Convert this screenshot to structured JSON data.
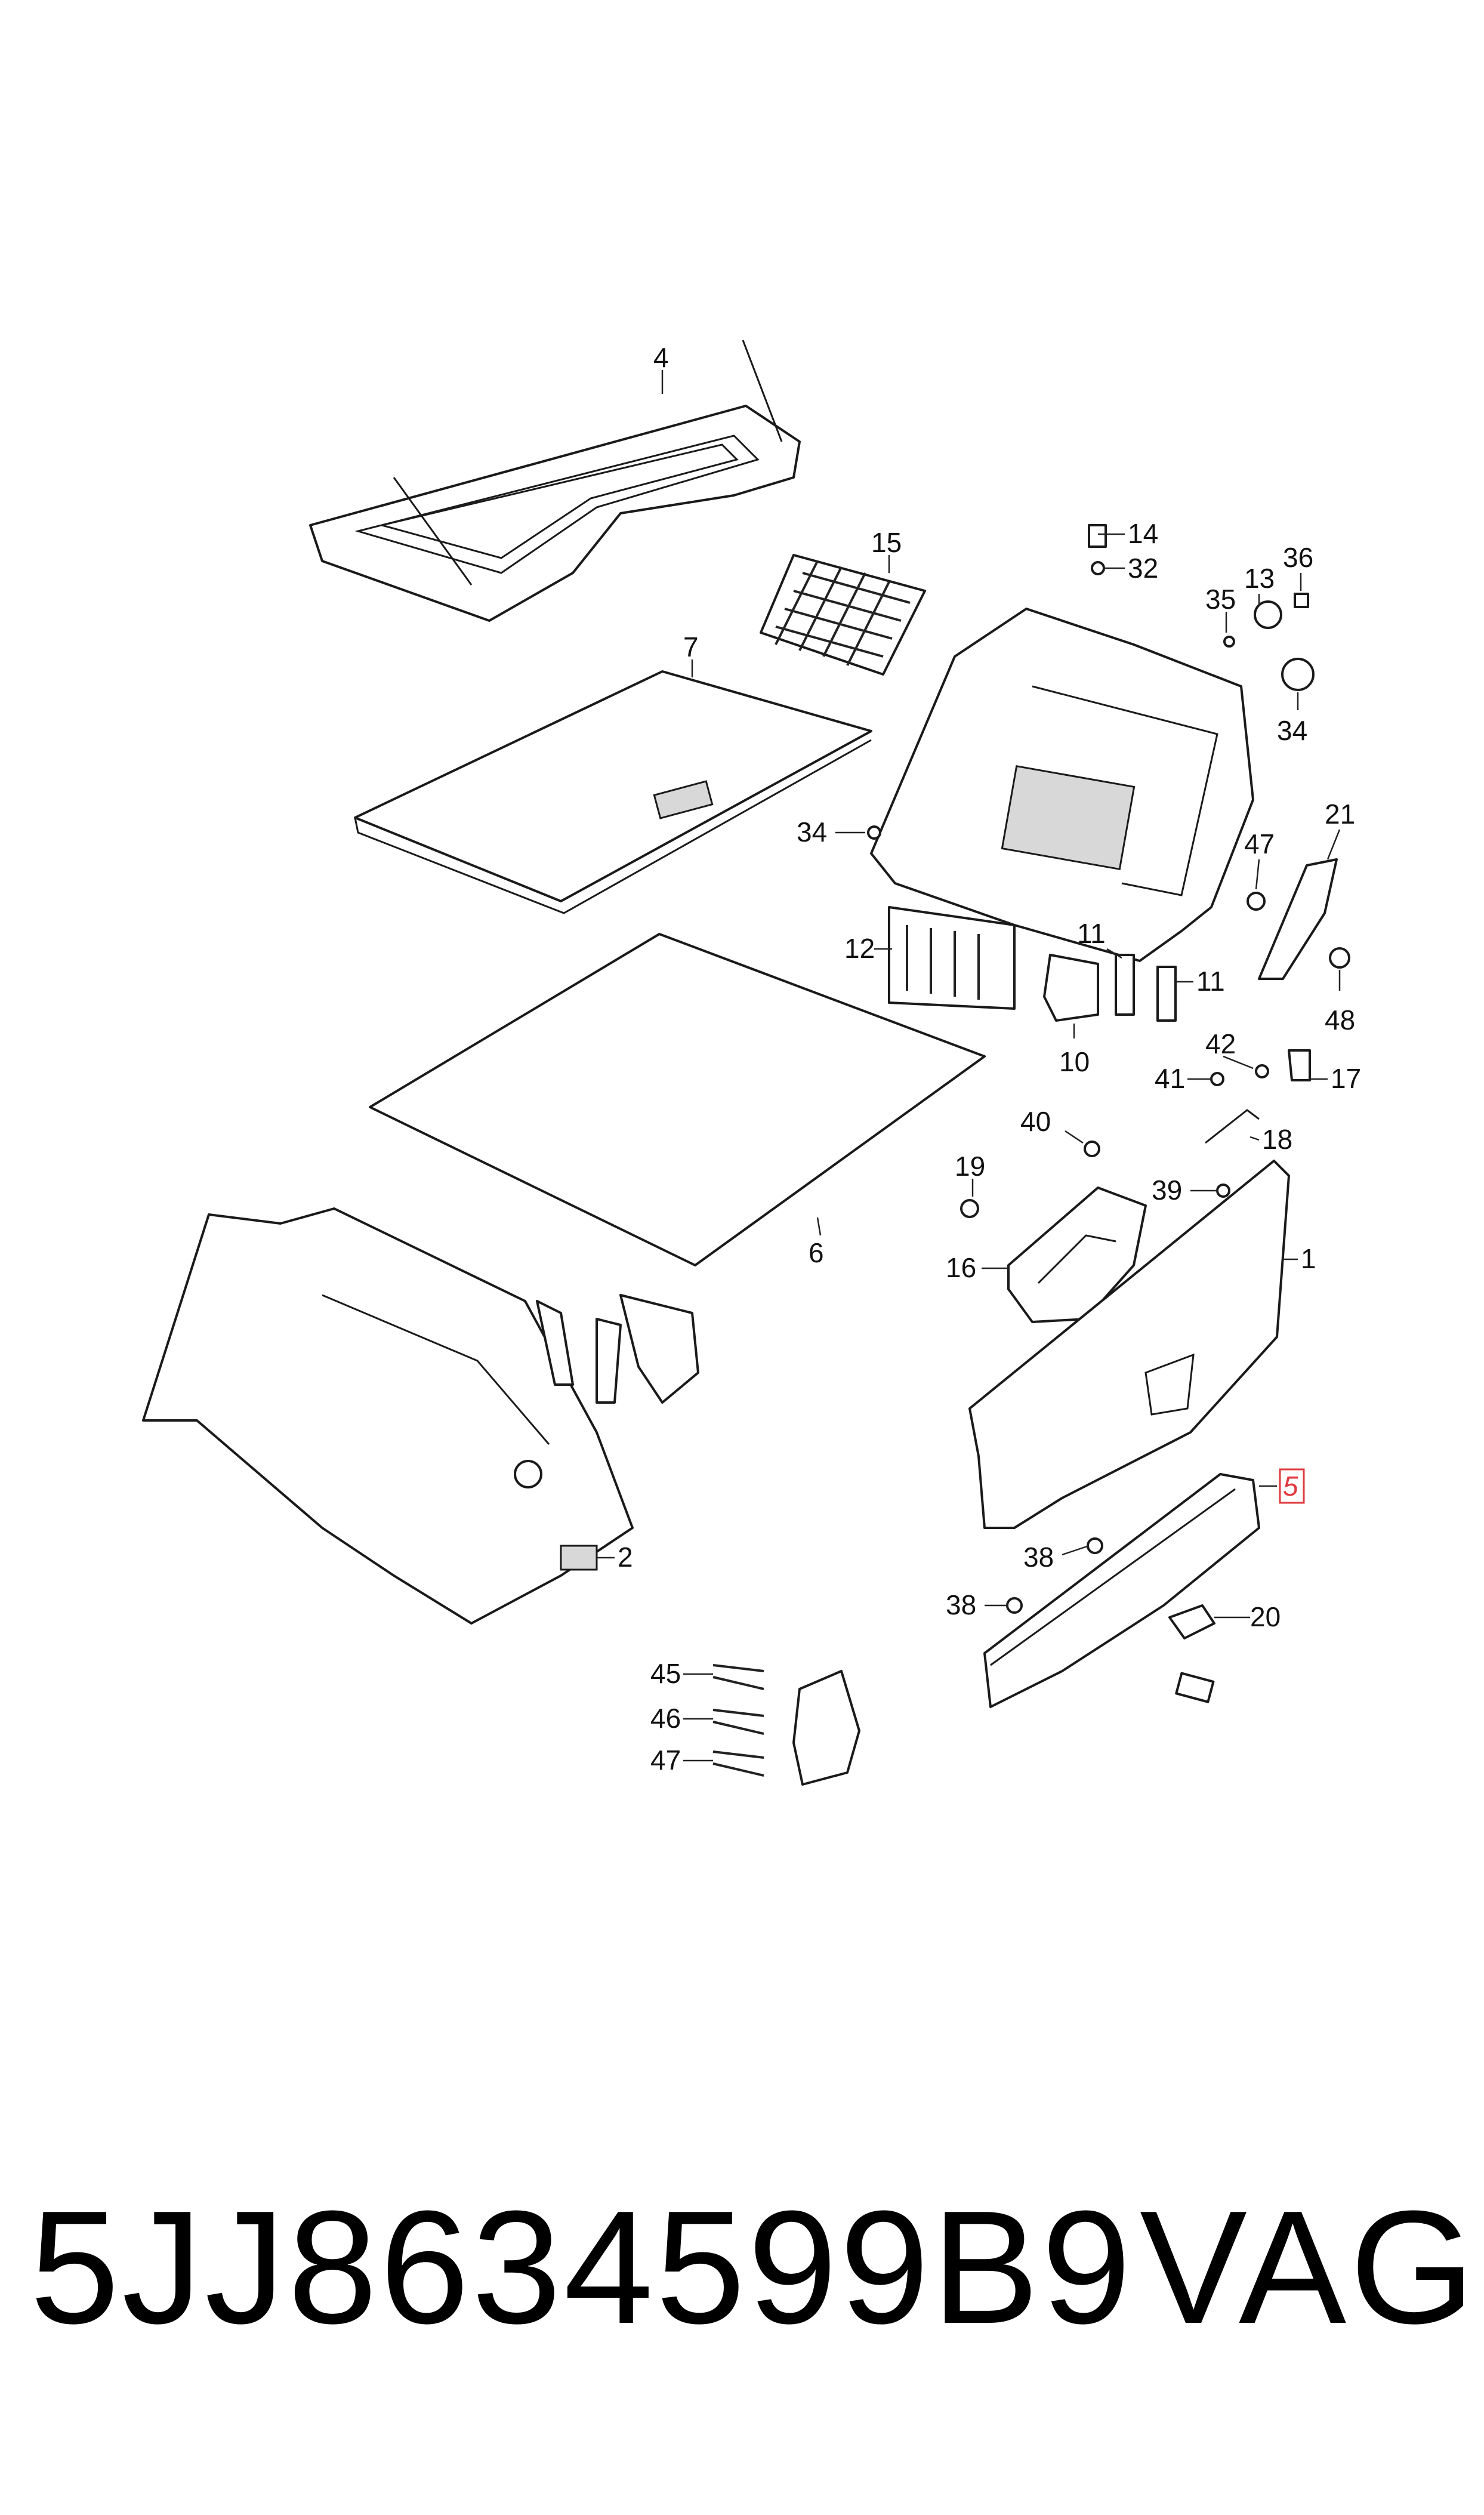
{
  "diagram": {
    "callouts": [
      {
        "id": "c4",
        "label": "4"
      },
      {
        "id": "c15",
        "label": "15"
      },
      {
        "id": "c7",
        "label": "7"
      },
      {
        "id": "c14",
        "label": "14"
      },
      {
        "id": "c32",
        "label": "32"
      },
      {
        "id": "c13",
        "label": "13"
      },
      {
        "id": "c36",
        "label": "36"
      },
      {
        "id": "c35",
        "label": "35"
      },
      {
        "id": "c34a",
        "label": "34"
      },
      {
        "id": "c34b",
        "label": "34"
      },
      {
        "id": "c21",
        "label": "21"
      },
      {
        "id": "c47",
        "label": "47"
      },
      {
        "id": "c48",
        "label": "48"
      },
      {
        "id": "c12",
        "label": "12"
      },
      {
        "id": "c11a",
        "label": "11"
      },
      {
        "id": "c11b",
        "label": "11"
      },
      {
        "id": "c10",
        "label": "10"
      },
      {
        "id": "c42",
        "label": "42"
      },
      {
        "id": "c41",
        "label": "41"
      },
      {
        "id": "c17",
        "label": "17"
      },
      {
        "id": "c40",
        "label": "40"
      },
      {
        "id": "c18",
        "label": "18"
      },
      {
        "id": "c19",
        "label": "19"
      },
      {
        "id": "c39",
        "label": "39"
      },
      {
        "id": "c16",
        "label": "16"
      },
      {
        "id": "c1",
        "label": "1"
      },
      {
        "id": "c6",
        "label": "6"
      },
      {
        "id": "c5",
        "label": "5",
        "highlight": true
      },
      {
        "id": "c38a",
        "label": "38"
      },
      {
        "id": "c38b",
        "label": "38"
      },
      {
        "id": "c20",
        "label": "20"
      },
      {
        "id": "c2",
        "label": "2"
      },
      {
        "id": "c45",
        "label": "45"
      },
      {
        "id": "c46",
        "label": "46"
      },
      {
        "id": "c47b",
        "label": "47"
      }
    ],
    "highlight_color": "#e0393e"
  },
  "footer": {
    "part_number": "5JJ8634599B9",
    "brand": "VAG"
  }
}
